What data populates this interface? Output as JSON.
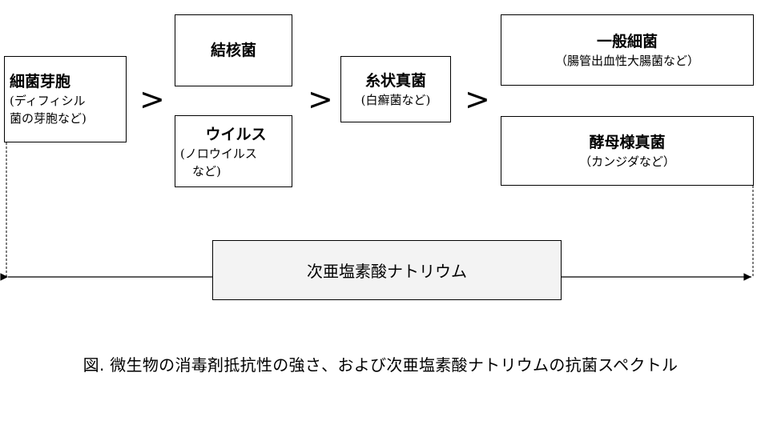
{
  "diagram": {
    "bacterial_spores": {
      "title": "細菌芽胞",
      "sub": "(ディフィシル\n菌の芽胞など)"
    },
    "mycobacteria": {
      "title": "結核菌"
    },
    "viruses": {
      "title": "ウイルス",
      "sub": "(ノロウイルス\n　など)"
    },
    "filamentous_fungi": {
      "title": "糸状真菌",
      "sub": "(白癬菌など)"
    },
    "general_bacteria": {
      "title": "一般細菌",
      "sub": "（腸管出血性大腸菌など）"
    },
    "yeast": {
      "title": "酵母様真菌",
      "sub": "（カンジダなど）"
    },
    "comparator": ">",
    "agent": "次亜塩素酸ナトリウム"
  },
  "caption": "図. 微生物の消毒剤抵抗性の強さ、および次亜塩素酸ナトリウムの抗菌スペクトル"
}
